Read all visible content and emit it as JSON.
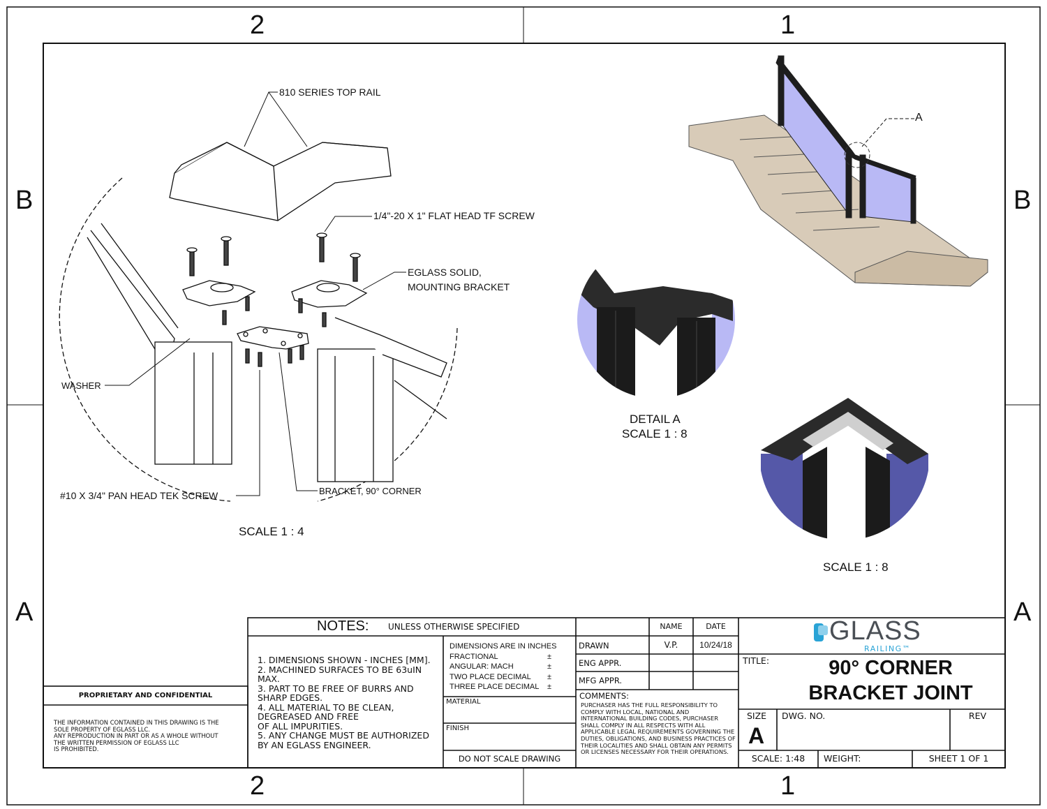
{
  "zones": {
    "top_left": "2",
    "top_right": "1",
    "bottom_left": "2",
    "bottom_right": "1",
    "left_top": "B",
    "left_bottom": "A",
    "right_top": "B",
    "right_bottom": "A"
  },
  "callouts": {
    "top_rail": "810 SERIES TOP RAIL",
    "flat_head_screw": "1/4\"-20  X 1\" FLAT HEAD TF SCREW",
    "mounting_bracket_1": "EGLASS SOLID,",
    "mounting_bracket_2": "MOUNTING BRACKET",
    "washer": "WASHER",
    "tek_screw": "#10 X 3/4\" PAN HEAD TEK SCREW",
    "corner_bracket": "BRACKET, 90° CORNER",
    "detail_ref": "A"
  },
  "views": {
    "exploded_scale": "SCALE 1 : 4",
    "detail_title": "DETAIL A",
    "detail_scale": "SCALE 1 : 8",
    "iso_scale": "SCALE 1 : 8"
  },
  "notes": {
    "header": "NOTES:",
    "subheader": "UNLESS OTHERWISE SPECIFIED",
    "items": [
      "1. DIMENSIONS SHOWN - INCHES [MM].",
      "2. MACHINED SURFACES TO BE 63uIN",
      "MAX.",
      "3. PART TO BE FREE OF BURRS AND",
      "SHARP EDGES.",
      "4. ALL MATERIAL TO BE CLEAN,",
      "DEGREASED AND FREE",
      "OF ALL IMPURITIES.",
      "5. ANY CHANGE MUST BE AUTHORIZED",
      "BY AN EGLASS ENGINEER."
    ]
  },
  "tolerances": {
    "header": "DIMENSIONS ARE IN INCHES",
    "rows": [
      {
        "label": "FRACTIONAL",
        "sign": "±"
      },
      {
        "label": "ANGULAR: MACH",
        "sign": "±"
      },
      {
        "label": "TWO PLACE DECIMAL",
        "sign": "±"
      },
      {
        "label": "THREE PLACE DECIMAL",
        "sign": "±"
      }
    ],
    "material": "MATERIAL",
    "finish": "FINISH",
    "do_not_scale": "DO NOT SCALE DRAWING"
  },
  "approvals": {
    "name_col": "NAME",
    "date_col": "DATE",
    "rows": [
      {
        "role": "DRAWN",
        "name": "V.P.",
        "date": "10/24/18"
      },
      {
        "role": "ENG APPR.",
        "name": "",
        "date": ""
      },
      {
        "role": "MFG APPR.",
        "name": "",
        "date": ""
      }
    ],
    "comments_label": "COMMENTS:",
    "comments": "PURCHASER HAS THE FULL RESPONSIBILITY TO COMPLY WITH LOCAL, NATIONAL AND INTERNATIONAL BUILDING CODES, PURCHASER SHALL COMPLY IN ALL RESPECTS WITH ALL APPLICABLE LEGAL REQUIREMENTS GOVERNING THE DUTIES, OBLIGATIONS, AND BUSINESS PRACTICES OF THEIR LOCALITIES AND SHALL OBTAIN ANY PERMITS OR LICENSES NECESSARY FOR THEIR OPERATIONS."
  },
  "title_block": {
    "logo_main": "GLASS",
    "logo_sub": "RAILING™",
    "title_label": "TITLE:",
    "title_line1": "90° CORNER",
    "title_line2": "BRACKET JOINT",
    "size_label": "SIZE",
    "size": "A",
    "dwg_no_label": "DWG.  NO.",
    "rev_label": "REV",
    "scale": "SCALE: 1:48",
    "weight": "WEIGHT:",
    "sheet": "SHEET 1 OF 1"
  },
  "proprietary": {
    "header": "PROPRIETARY AND CONFIDENTIAL",
    "text": [
      "THE INFORMATION CONTAINED IN THIS DRAWING IS THE",
      "SOLE PROPERTY OF EGLASS LLC.",
      "ANY REPRODUCTION IN PART OR AS A WHOLE WITHOUT",
      "THE WRITTEN PERMISSION OF EGLASS LLC",
      "IS PROHIBITED."
    ]
  },
  "colors": {
    "line": "#111111",
    "glass": "#b9b9f5",
    "concrete": "#d8cbb8",
    "concrete_side": "#cbbba4",
    "rail": "#1e1e1e",
    "logo_blue": "#29a3d6",
    "logo_gray": "#4a4f55"
  }
}
